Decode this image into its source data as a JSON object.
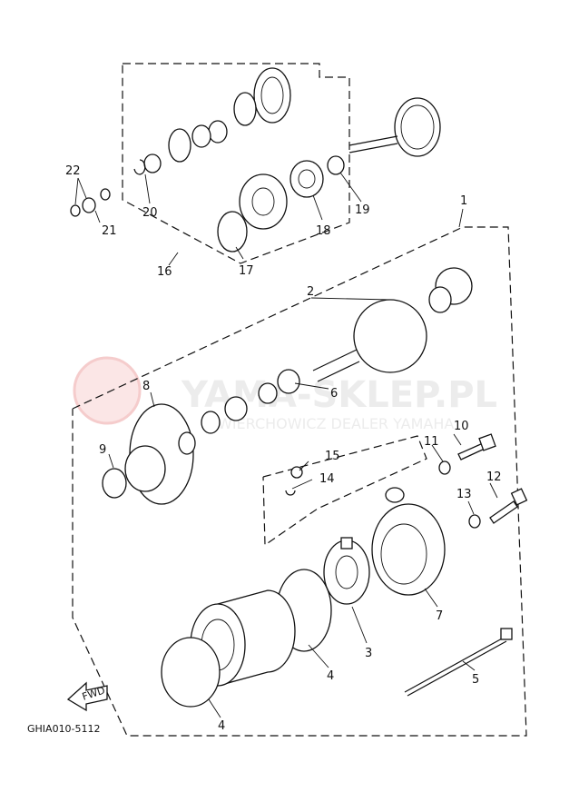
{
  "diagram": {
    "code": "GHIA010-5112",
    "fwd_label": "FWD",
    "watermark": {
      "main": "YAMA-SKLEP.PL",
      "sub": "WIERCHOWICZ DEALER YAMAHA"
    },
    "callouts": [
      "1",
      "2",
      "3",
      "4",
      "4",
      "5",
      "6",
      "7",
      "8",
      "9",
      "10",
      "11",
      "12",
      "13",
      "14",
      "15",
      "16",
      "17",
      "18",
      "19",
      "20",
      "21",
      "22"
    ]
  }
}
